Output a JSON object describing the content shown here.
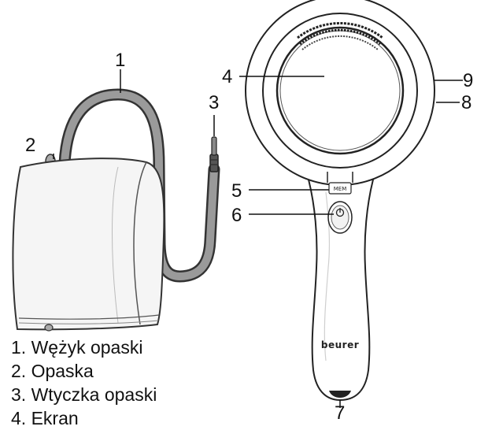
{
  "callouts": {
    "n1": "1",
    "n2": "2",
    "n3": "3",
    "n4": "4",
    "n5": "5",
    "n6": "6",
    "n7": "7",
    "n8": "8",
    "n9": "9"
  },
  "device": {
    "brand_label": "beurer",
    "memory_button_label": "MEM",
    "power_icon": "power-icon"
  },
  "legend": {
    "items": [
      "1. Wężyk opaski",
      "2. Opaska",
      "3. Wtyczka opaski",
      "4. Ekran"
    ]
  }
}
